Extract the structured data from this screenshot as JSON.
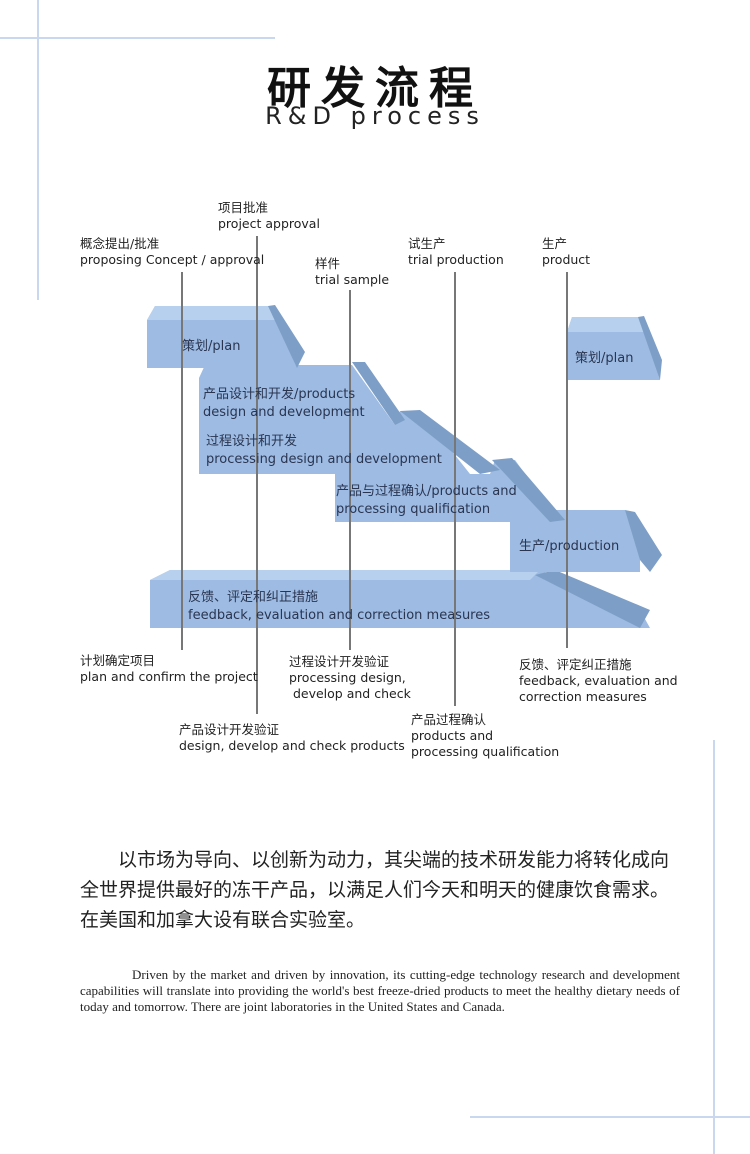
{
  "title": {
    "cn": "研发流程",
    "en": "R&D process"
  },
  "top_labels": [
    {
      "cn": "概念提出/批准",
      "en": "proposing Concept / approval"
    },
    {
      "cn": "项目批准",
      "en": "project approval"
    },
    {
      "cn": "样件",
      "en": "trial sample"
    },
    {
      "cn": "试生产",
      "en": "trial production"
    },
    {
      "cn": "生产",
      "en": "product"
    }
  ],
  "stages": [
    {
      "label": "策划/plan"
    },
    {
      "cn": "产品设计和开发/products",
      "en": "design and development"
    },
    {
      "cn": "过程设计和开发",
      "en": "processing design and development"
    },
    {
      "cn": "产品与过程确认/products and",
      "en": "processing qualification"
    },
    {
      "label": "生产/production"
    },
    {
      "cn": "反馈、评定和纠正措施",
      "en": "feedback, evaluation and correction measures"
    },
    {
      "label": "策划/plan"
    }
  ],
  "bottom_labels": [
    {
      "cn": "计划确定项目",
      "en": "plan and confirm the project"
    },
    {
      "cn": "产品设计开发验证",
      "en": "design, develop and check products"
    },
    {
      "cn": "过程设计开发验证",
      "en": "processing design,",
      "en2": " develop and check"
    },
    {
      "cn": "产品过程确认",
      "en": "products and",
      "en2": "processing qualification"
    },
    {
      "cn": "反馈、评定纠正措施",
      "en": "feedback, evaluation and",
      "en2": "correction measures"
    }
  ],
  "body": {
    "cn": "以市场为导向、以创新为动力，其尖端的技术研发能力将转化成向全世界提供最好的冻干产品，以满足人们今天和明天的健康饮食需求。在美国和加拿大设有联合实验室。",
    "en": "Driven by the market and driven by innovation, its cutting-edge technology research and development capabilities will translate into providing the world's best freeze-dried products to meet the healthy dietary needs of today and tomorrow. There are joint laboratories in the United States and Canada."
  },
  "colors": {
    "face": "#9dbbe3",
    "top": "#b7d0ee",
    "side": "#7d9ec6"
  }
}
